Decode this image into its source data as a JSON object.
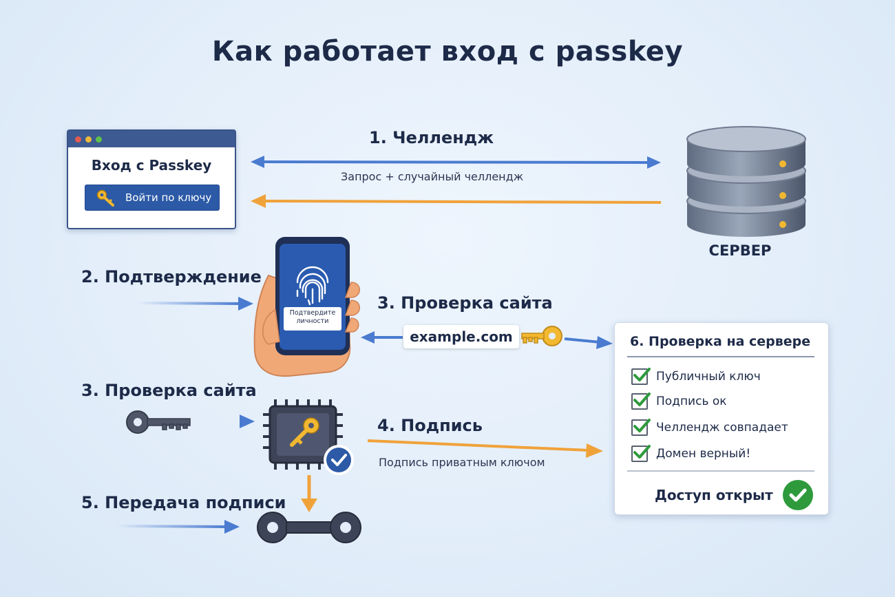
{
  "title": "Как работает вход с passkey",
  "browser": {
    "heading": "Вход с Passkey",
    "button_label": "Войти по ключу"
  },
  "steps": {
    "challenge": "1. Челлендж",
    "challenge_note": "Запрос + случайный челлендж",
    "confirm": "2. Подтверждение",
    "site_check_phone": "3. Проверка сайта",
    "site_check_chip": "3. Проверка сайта",
    "sign": "4. Подпись",
    "sign_note": "Подпись приватным ключом",
    "transfer": "5. Передача подписи"
  },
  "server": {
    "label": "СЕРВЕР"
  },
  "phone": {
    "prompt_line1": "Подтвердите",
    "prompt_line2": "личности"
  },
  "domain": "example.com",
  "server_check": {
    "title": "6. Проверка на сервере",
    "items": [
      "Публичный ключ",
      "Подпись ок",
      "Челлендж совпадает",
      "Домен верный!"
    ],
    "result": "Доступ открыт"
  },
  "colors": {
    "blue_arrow": "#4a7bd0",
    "orange_arrow": "#f0a23a",
    "accent_green": "#2e9a3c",
    "button_blue": "#2c5aa6",
    "key_gold": "#f2b830"
  }
}
